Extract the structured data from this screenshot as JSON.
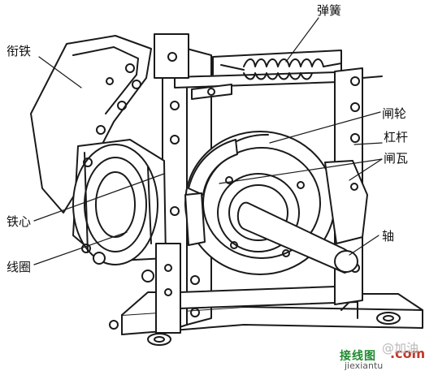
{
  "labels": {
    "spring": "弹簧",
    "armature": "衔铁",
    "brake_wheel": "闸轮",
    "lever": "杠杆",
    "brake_shoe": "闸瓦",
    "core": "铁心",
    "coil": "线圈",
    "shaft": "轴"
  },
  "watermark": {
    "site_cn": "接线图",
    "dot_com": ".com",
    "site_en": "jiexiantu",
    "tag": "@加油"
  }
}
